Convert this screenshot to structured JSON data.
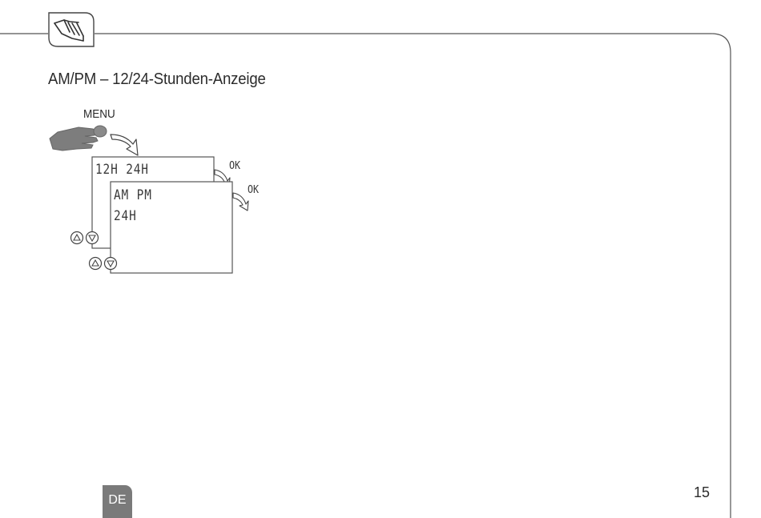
{
  "page": {
    "title": "AM/PM – 12/24-Stunden-Anzeige",
    "language_badge": "DE",
    "page_number": "15"
  },
  "header": {
    "icon": "hand-press-icon"
  },
  "diagram": {
    "button_label": "MENU",
    "screen_back": {
      "line1": "12H 24H"
    },
    "screen_front": {
      "line1": "AM PM",
      "line2": "24H"
    },
    "ok_label_back": "OK",
    "ok_label_front": "OK",
    "icons": [
      "finger-press-icon",
      "arrow-curve-icon",
      "up-button-icon",
      "down-button-icon"
    ]
  },
  "colors": {
    "line": "#555555",
    "badge": "#7a7a7a",
    "text": "#2b2b2b"
  }
}
